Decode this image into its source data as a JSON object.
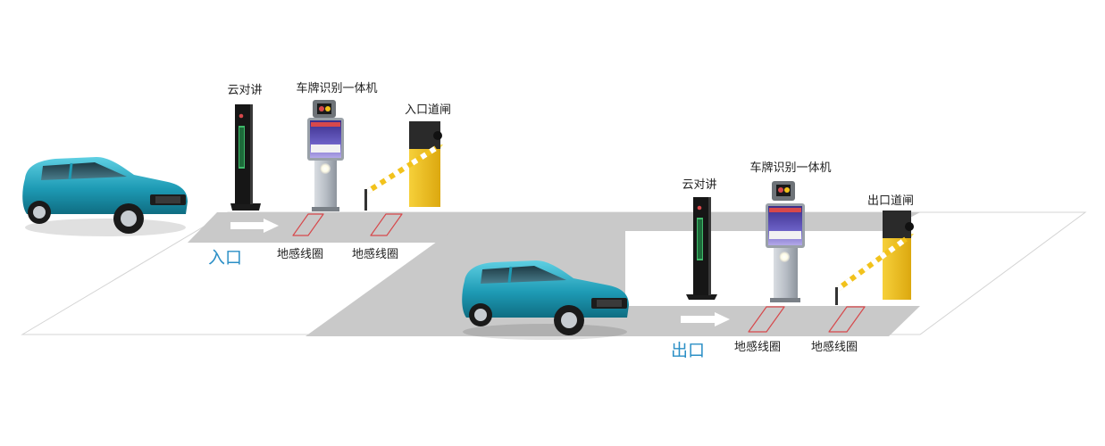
{
  "entry": {
    "intercom_label": "云对讲",
    "lpr_label": "车牌识别一体机",
    "barrier_label": "入口道闸",
    "lane_label": "入口",
    "loop1_label": "地感线圈",
    "loop2_label": "地感线圈"
  },
  "exit": {
    "intercom_label": "云对讲",
    "lpr_label": "车牌识别一体机",
    "barrier_label": "出口道闸",
    "lane_label": "出口",
    "loop1_label": "地感线圈",
    "loop2_label": "地感线圈"
  },
  "colors": {
    "road": "#c9c9c9",
    "ground_line": "#d4d4d4",
    "lane_text": "#2b8fc6",
    "loop": "#d7484b",
    "barrier_yellow": "#f2c21b",
    "car_teal": "#1e9bb5",
    "intercom_screen": "#3fb86a"
  }
}
